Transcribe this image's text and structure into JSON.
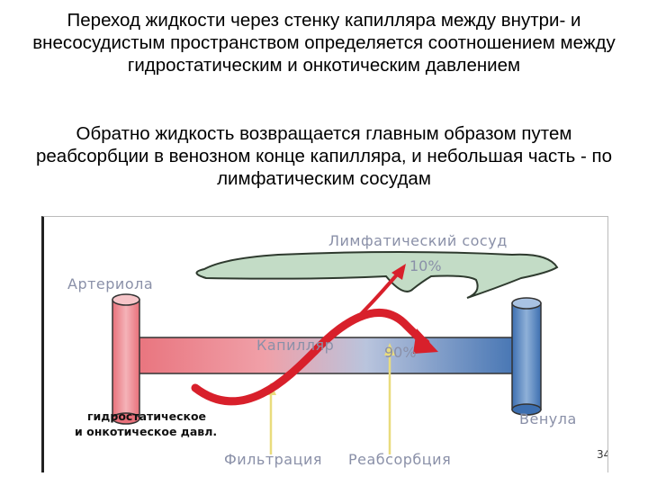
{
  "paragraphs": [
    "Переход жидкости через стенку капилляра между внутри- и внесосудистым пространством определяется соотношением между гидростатическим и онкотическим давлением",
    "Обратно жидкость возвращается главным образом путем реабсорбции в венозном конце капилляра, и небольшая часть - по лимфатическим сосудам"
  ],
  "diagram": {
    "labels": {
      "lymph_vessel": "Лимфатический сосуд",
      "lymph_percent": "10%",
      "arteriole": "Артериола",
      "capillary": "Капилляр",
      "capillary_percent": "90%",
      "venule": "Венула",
      "filtration": "Фильтрация",
      "reabsorption": "Реабсорбция",
      "pressure_line1": "гидростатическое",
      "pressure_line2": "и онкотическое давл."
    },
    "colors": {
      "arterial": "#e8707a",
      "arterial_light": "#f3a7ad",
      "venous": "#3d6fb0",
      "venous_light": "#8fb0d8",
      "lymph": "#c3dcc6",
      "lymph_stroke": "#2e3a2e",
      "arrow_red": "#d8202b",
      "arrow_yellow": "#f2eaa6"
    },
    "page_number": "34"
  }
}
